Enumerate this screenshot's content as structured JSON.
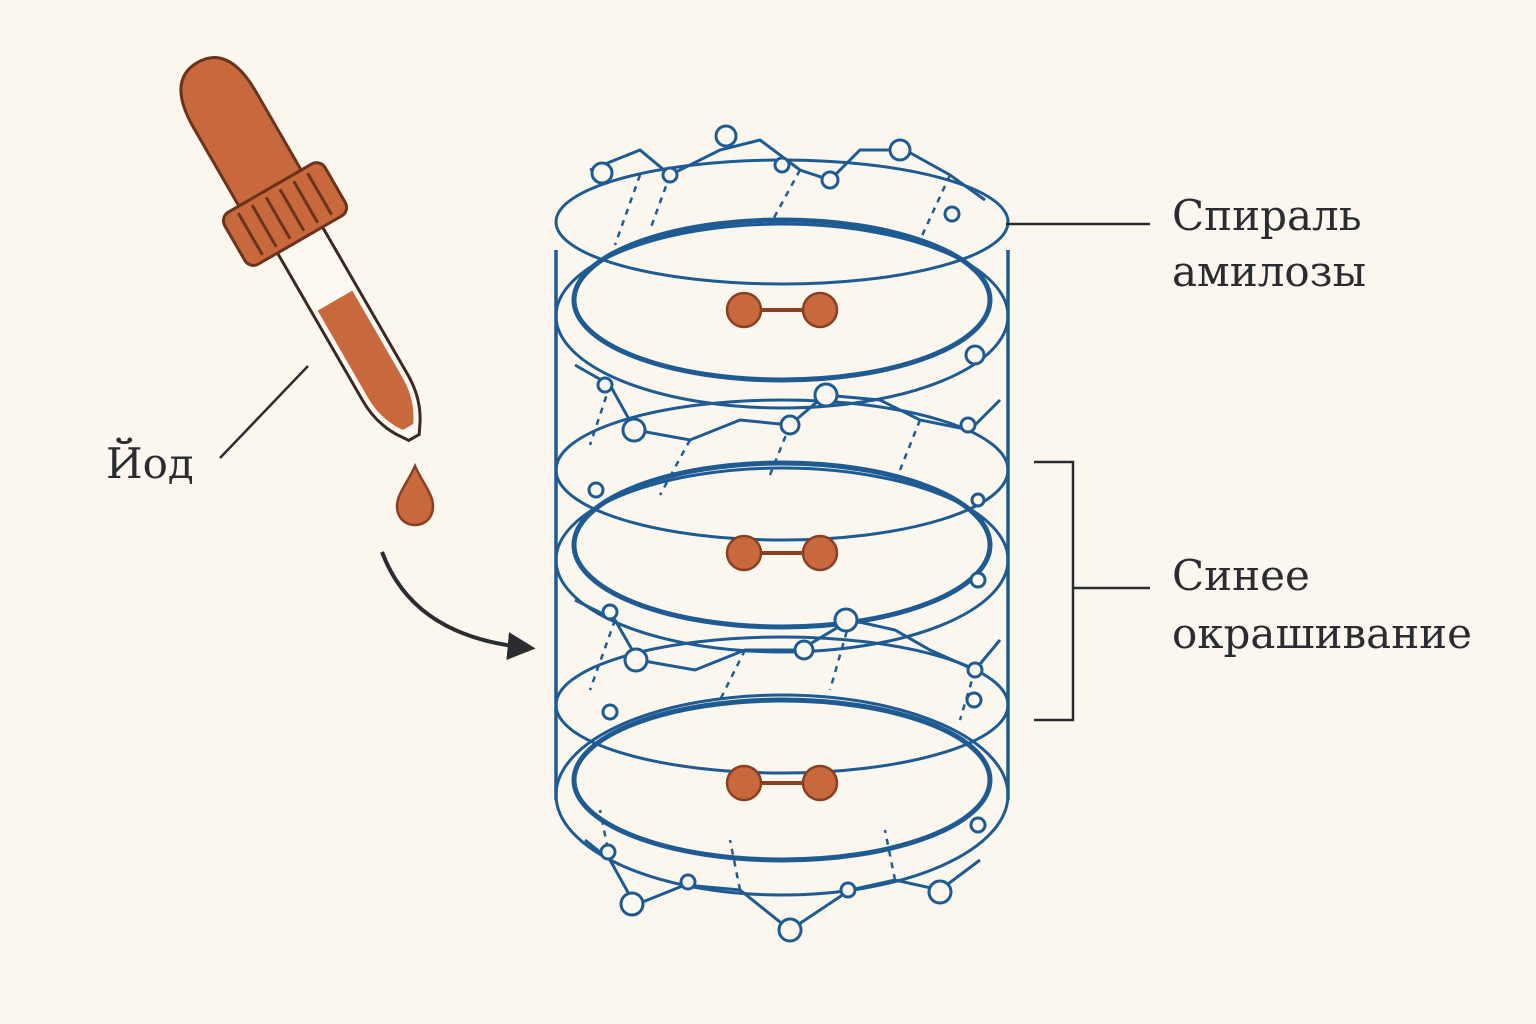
{
  "labels": {
    "iodine": "Йод",
    "helix_line1": "Спираль",
    "helix_line2": "амилозы",
    "blue_line1": "Синее",
    "blue_line2": "окрашивание"
  },
  "colors": {
    "background": "#fbf7ef",
    "helix_blue": "#1f5b93",
    "iodine_orange": "#c8683d",
    "iodine_outline": "#8a3f22",
    "text": "#2a2c30"
  },
  "icons": {
    "dropper": "pipette-icon",
    "drop": "droplet-icon",
    "iodine_molecule": "i2-molecule-icon"
  }
}
